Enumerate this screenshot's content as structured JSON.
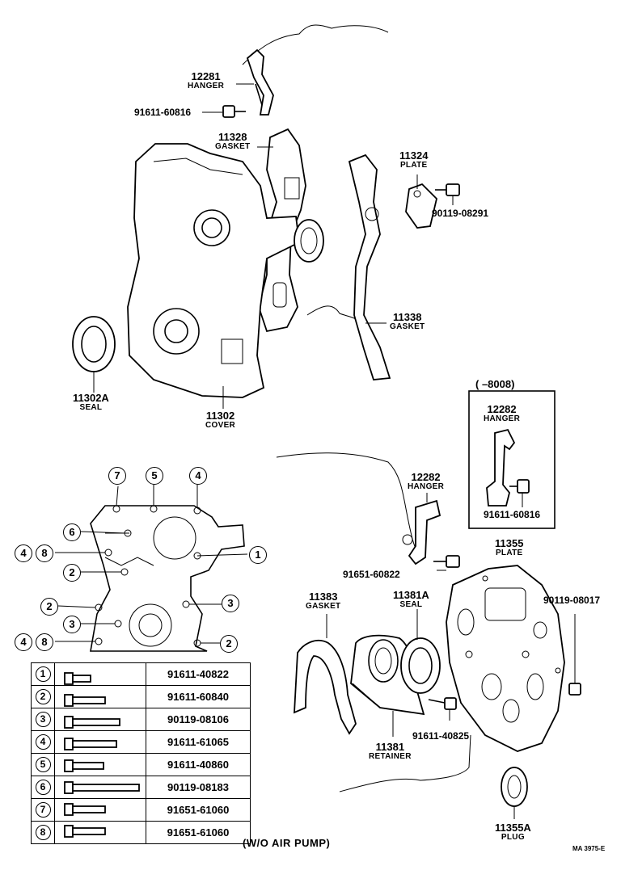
{
  "callouts": {
    "hanger_top": {
      "number": "12281",
      "name": "HANGER"
    },
    "bolt_top": "91611-60816",
    "gasket_11328": {
      "number": "11328",
      "name": "GASKET"
    },
    "plate_11324": {
      "number": "11324",
      "name": "PLATE"
    },
    "bolt_90119_08291": "90119-08291",
    "gasket_11338": {
      "number": "11338",
      "name": "GASKET"
    },
    "seal_11302a": {
      "number": "11302A",
      "name": "SEAL"
    },
    "cover_11302": {
      "number": "11302",
      "name": "COVER"
    },
    "inset_range": "(     –8008)",
    "inset_hanger": {
      "number": "12282",
      "name": "HANGER"
    },
    "inset_bolt": "91611-60816",
    "hanger_mid": {
      "number": "12282",
      "name": "HANGER"
    },
    "bolt_91651_60822": "91651-60822",
    "plate_11355": {
      "number": "11355",
      "name": "PLATE"
    },
    "bolt_90119_08017": "90119-08017",
    "gasket_11383": {
      "number": "11383",
      "name": "GASKET"
    },
    "seal_11381a": {
      "number": "11381A",
      "name": "SEAL"
    },
    "bolt_91611_40825": "91611-40825",
    "retainer_11381": {
      "number": "11381",
      "name": "RETAINER"
    },
    "plug_11355a": {
      "number": "11355A",
      "name": "PLUG"
    }
  },
  "bolt_positions": [
    "7",
    "5",
    "4",
    "6",
    "1",
    "4",
    "8",
    "2",
    "2",
    "3",
    "3",
    "4",
    "8",
    "2"
  ],
  "legend": [
    {
      "num": "1",
      "part": "91611-40822"
    },
    {
      "num": "2",
      "part": "91611-60840"
    },
    {
      "num": "3",
      "part": "90119-08106"
    },
    {
      "num": "4",
      "part": "91611-61065"
    },
    {
      "num": "5",
      "part": "91611-40860"
    },
    {
      "num": "6",
      "part": "90119-08183"
    },
    {
      "num": "7",
      "part": "91651-61060"
    },
    {
      "num": "8",
      "part": "91651-61060"
    }
  ],
  "note": "(W/O AIR  PUMP)",
  "drawing_code": "MA 3975-E"
}
